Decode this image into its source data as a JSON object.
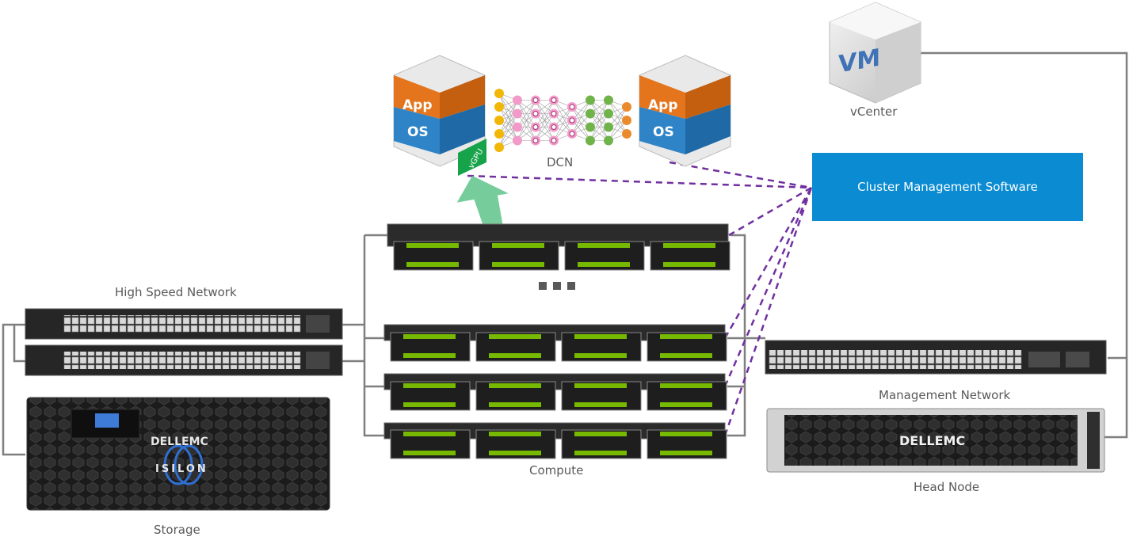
{
  "labels": {
    "vcenter": "vCenter",
    "dcn": "DCN",
    "cms": "Cluster Management Software",
    "high_speed_network": "High Speed Network",
    "management_network": "Management Network",
    "compute": "Compute",
    "storage": "Storage",
    "head_node": "Head Node"
  },
  "icon_text": {
    "vm": "VM",
    "app": "App",
    "os": "OS",
    "vgpu": "vGPU",
    "dell_emc": "DELLEMC",
    "isilon": "ISILON"
  },
  "colors": {
    "cms_box": "#0a8bd2",
    "connector": "#7f7f7f",
    "dashed": "#7030a0",
    "vgpu_arrow": "#5ec48a",
    "app_orange": "#e4751c",
    "os_blue": "#2e84c7",
    "gpu_green": "#76b900",
    "server_dark": "#2b2b2b"
  }
}
